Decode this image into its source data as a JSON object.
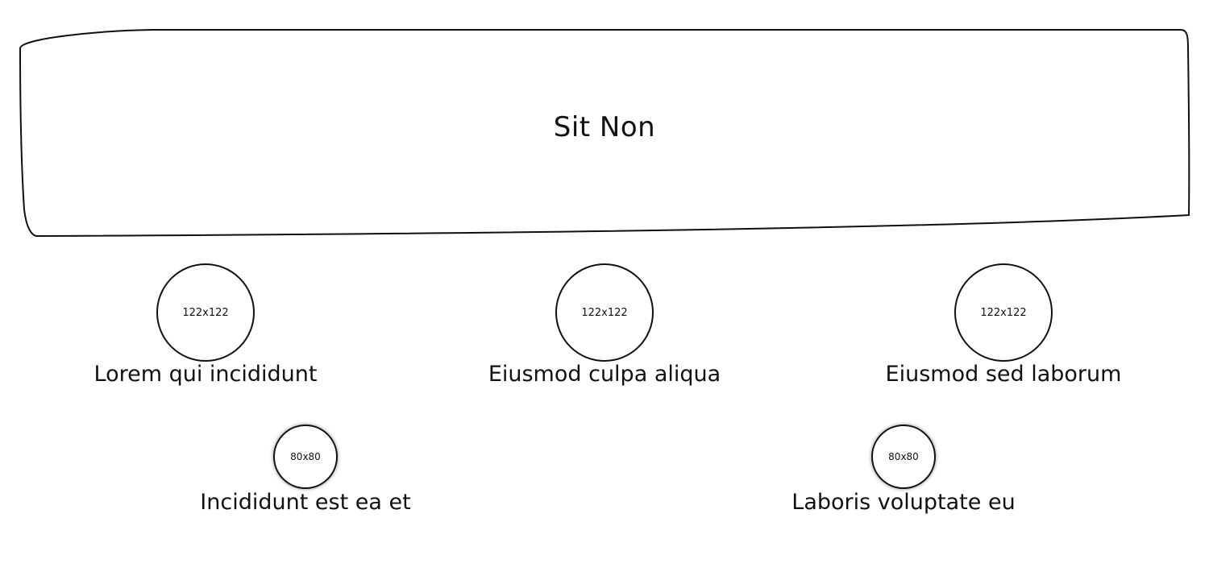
{
  "hero": {
    "title": "Sit Non"
  },
  "features": [
    {
      "placeholder": "122x122",
      "caption": "Lorem qui incididunt"
    },
    {
      "placeholder": "122x122",
      "caption": "Eiusmod culpa aliqua"
    },
    {
      "placeholder": "122x122",
      "caption": "Eiusmod sed laborum"
    }
  ],
  "subfeatures": [
    {
      "placeholder": "80x80",
      "caption": "Incididunt est ea et"
    },
    {
      "placeholder": "80x80",
      "caption": "Laboris voluptate eu"
    }
  ]
}
